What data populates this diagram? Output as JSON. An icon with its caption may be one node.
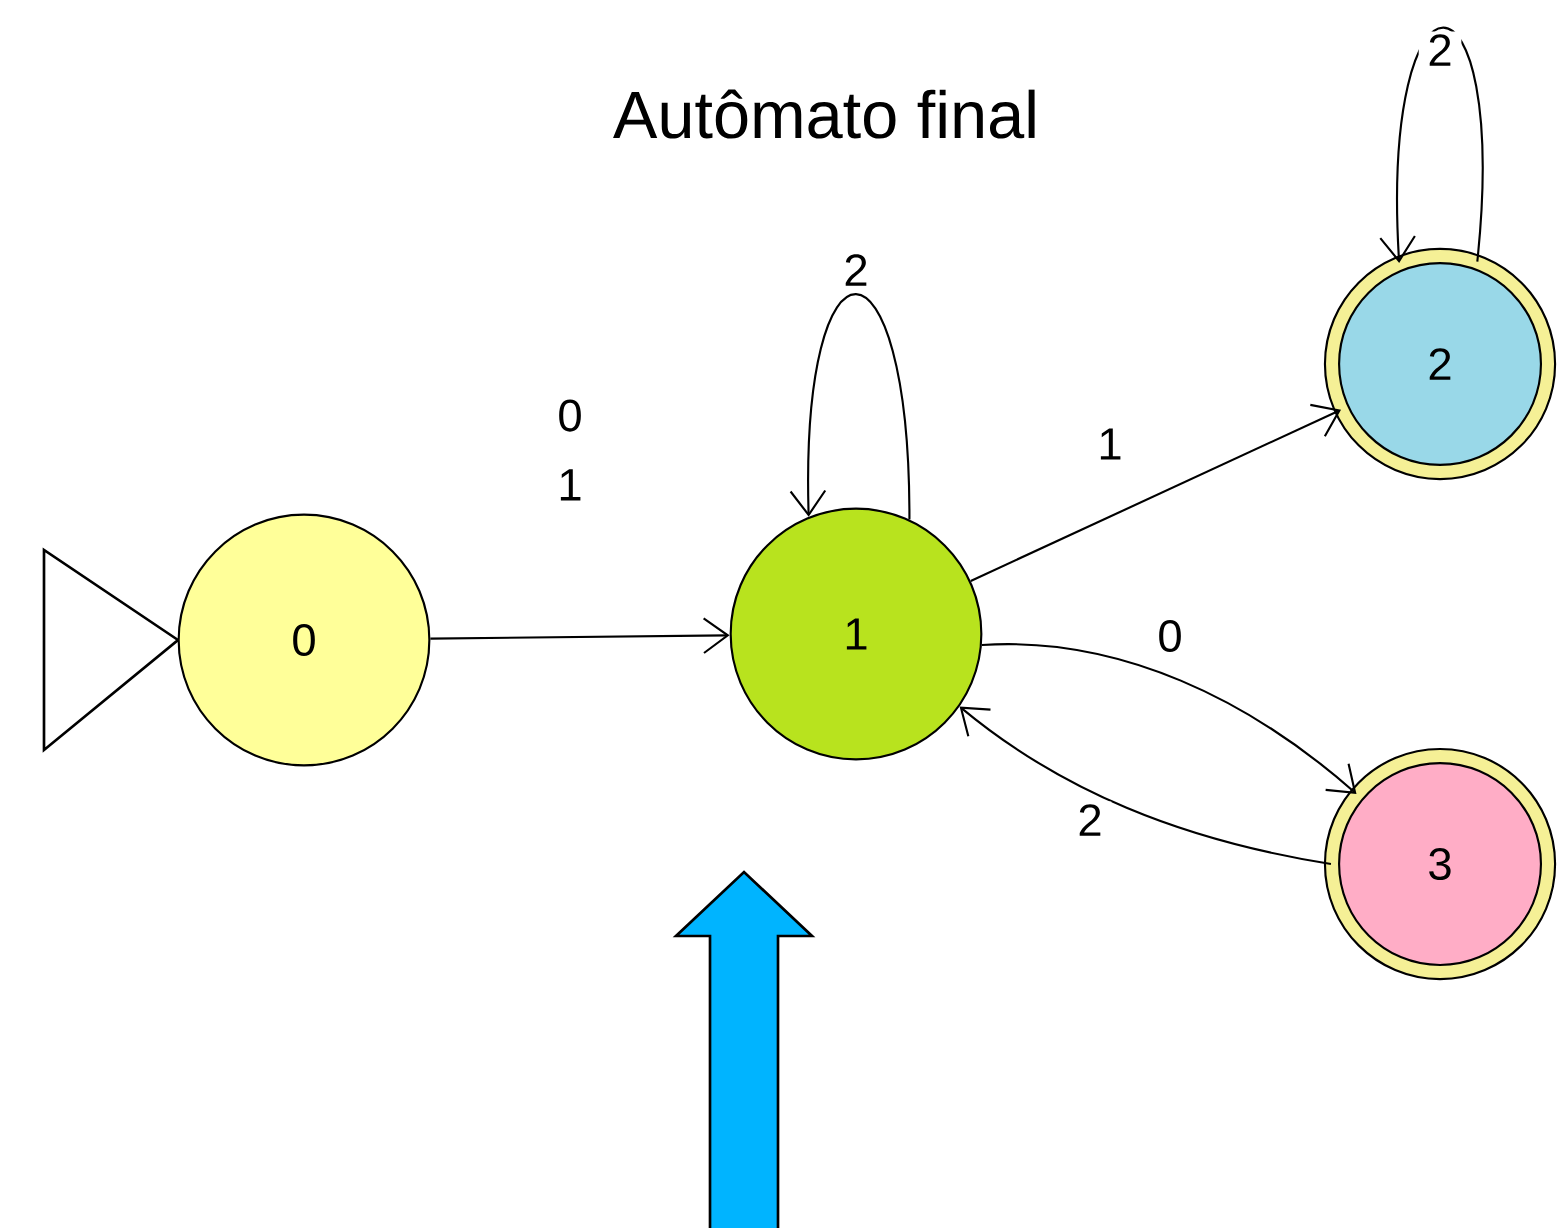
{
  "diagram": {
    "title": "Autômato final",
    "nodes": [
      {
        "text": [
          "0"
        ]
      },
      {
        "text": [
          "1"
        ]
      },
      {
        "text": [
          "2"
        ]
      },
      {
        "text": [
          "3"
        ]
      }
    ],
    "edges": [
      {
        "from": 0,
        "to": 1,
        "arrow": "to",
        "label": "0 1"
      },
      {
        "from": 1,
        "to": 1,
        "arrow": "to",
        "label": "2"
      },
      {
        "from": 1,
        "to": 2,
        "arrow": "to",
        "label": "1"
      },
      {
        "from": 2,
        "to": 2,
        "arrow": "to",
        "label": "2"
      },
      {
        "from": 1,
        "to": 3,
        "arrow": "to",
        "label": "0"
      },
      {
        "from": 3,
        "to": 1,
        "arrow": "to",
        "label": "2"
      }
    ]
  }
}
